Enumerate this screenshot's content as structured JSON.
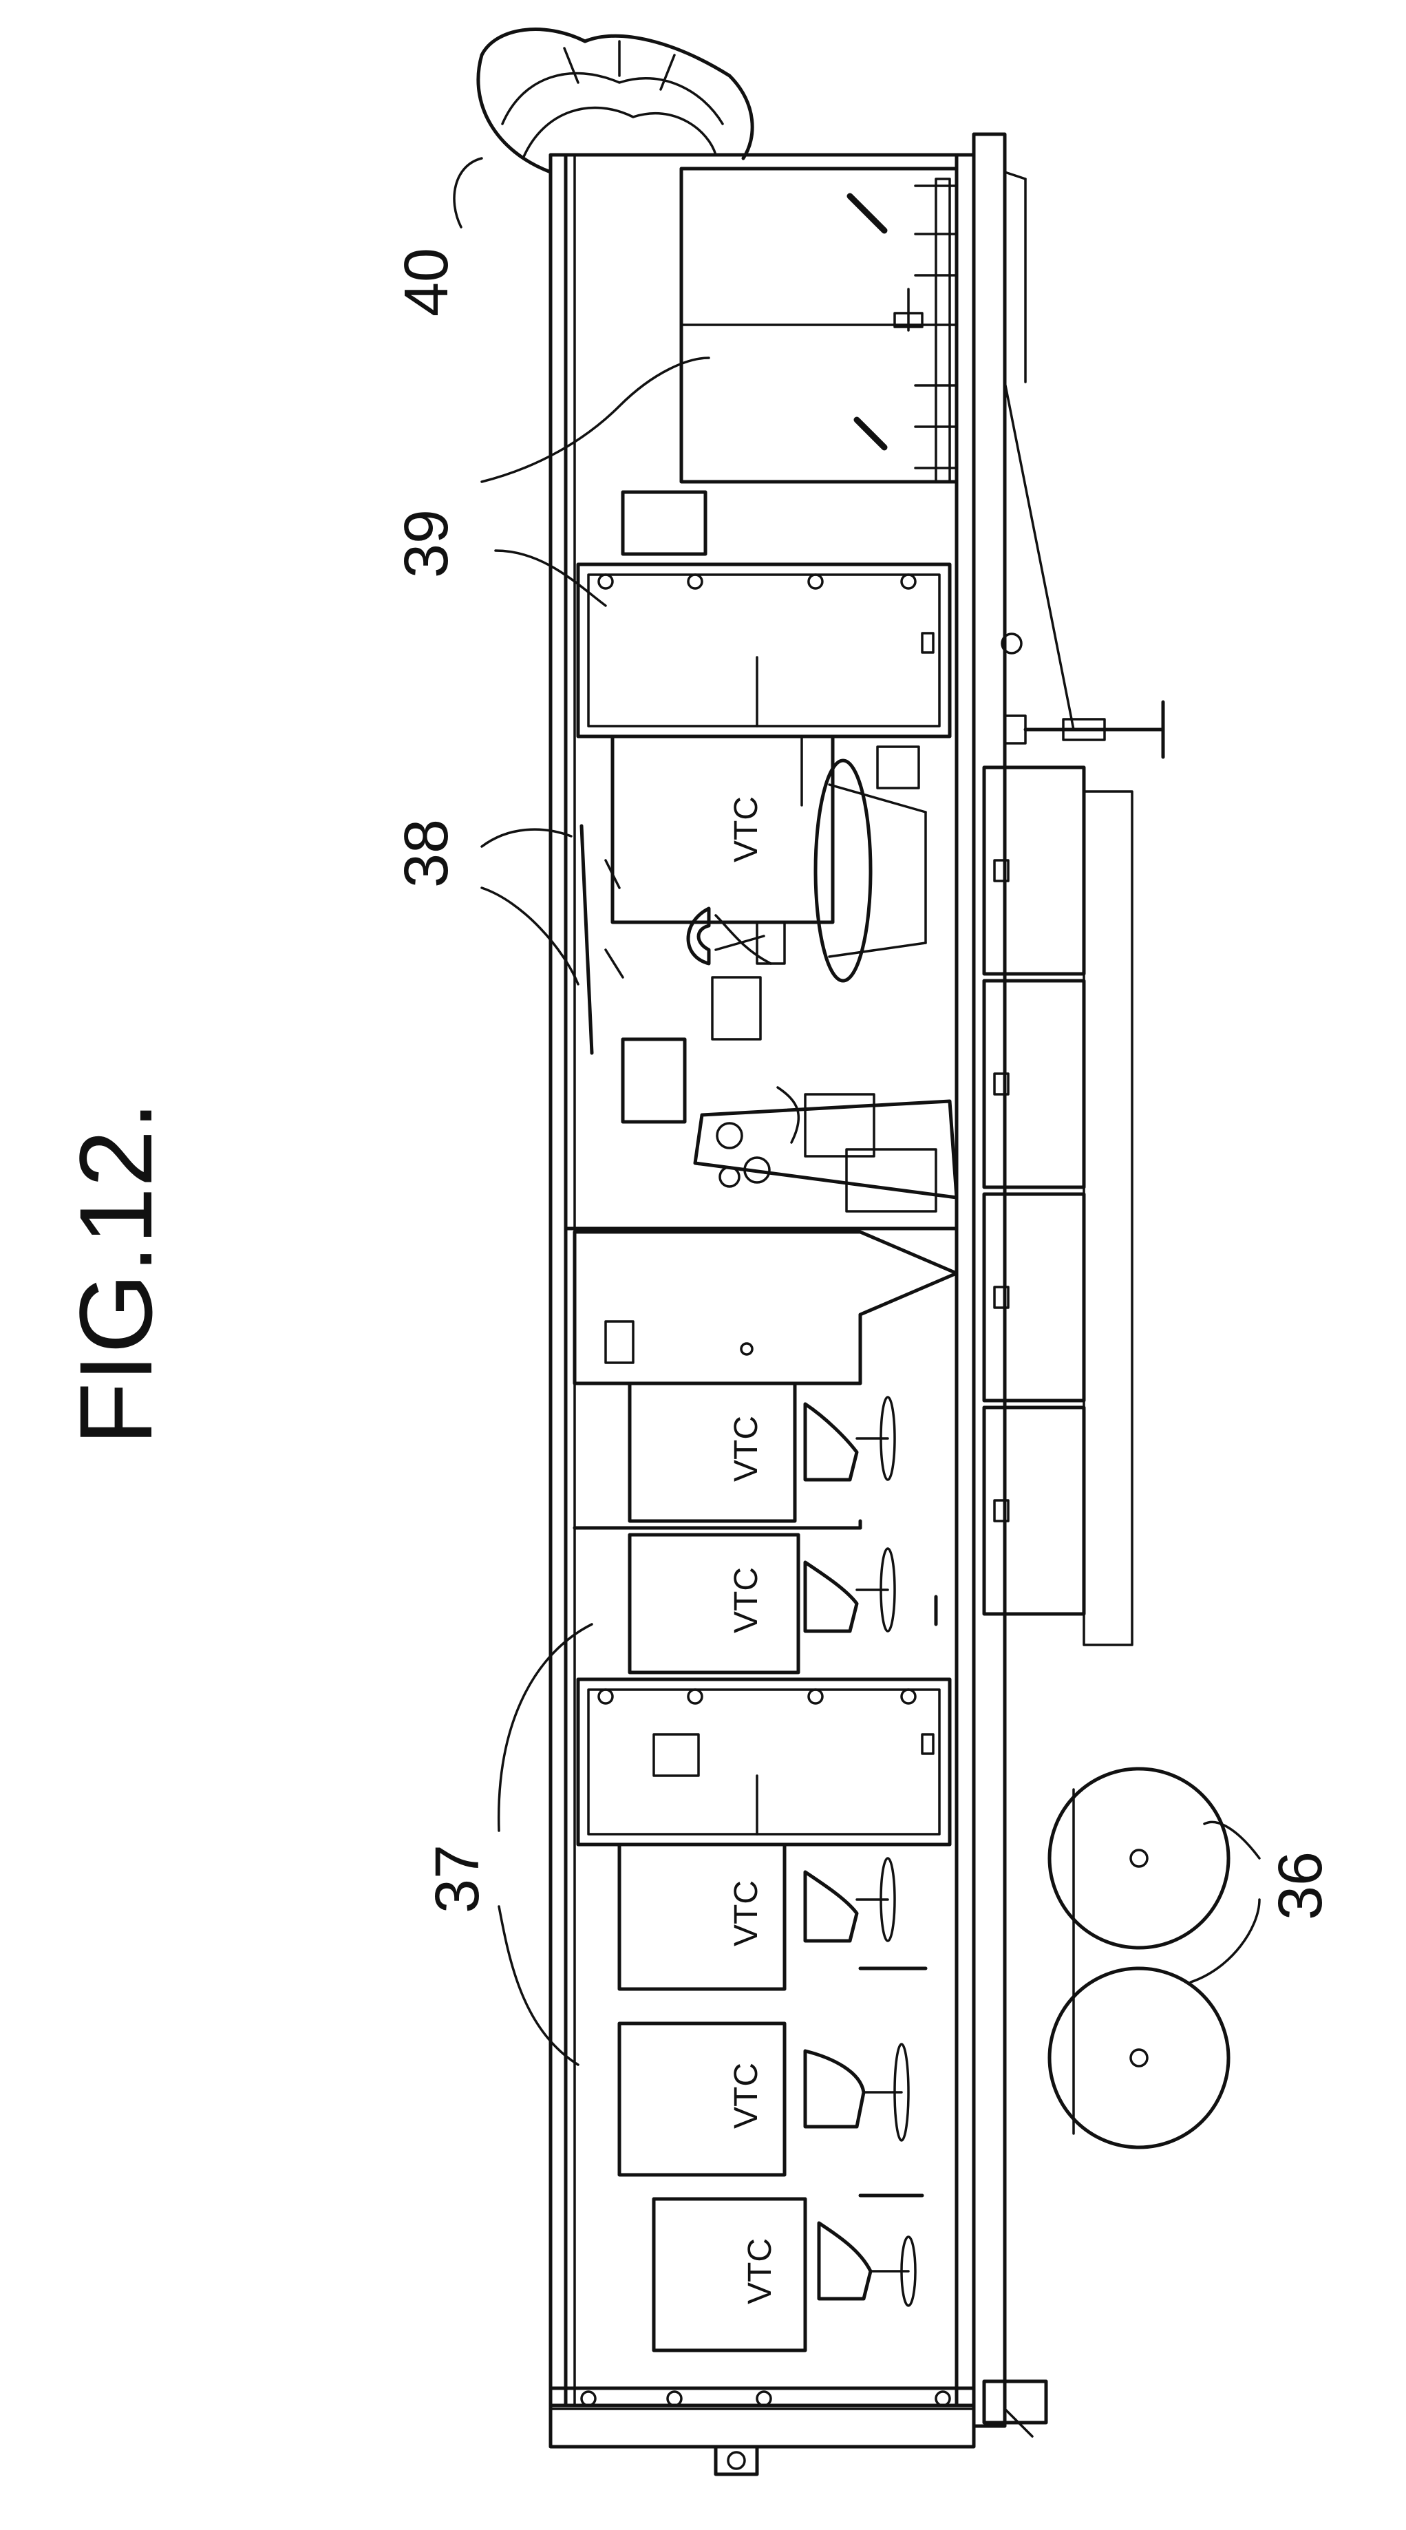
{
  "figure": {
    "title": "FIG.12."
  },
  "callouts": {
    "c36": "36",
    "c37": "37",
    "c38": "38",
    "c39": "39",
    "c40": "40"
  },
  "vtc_labels": [
    "VTC",
    "VTC",
    "VTC",
    "VTC",
    "VTC",
    "VTC"
  ]
}
